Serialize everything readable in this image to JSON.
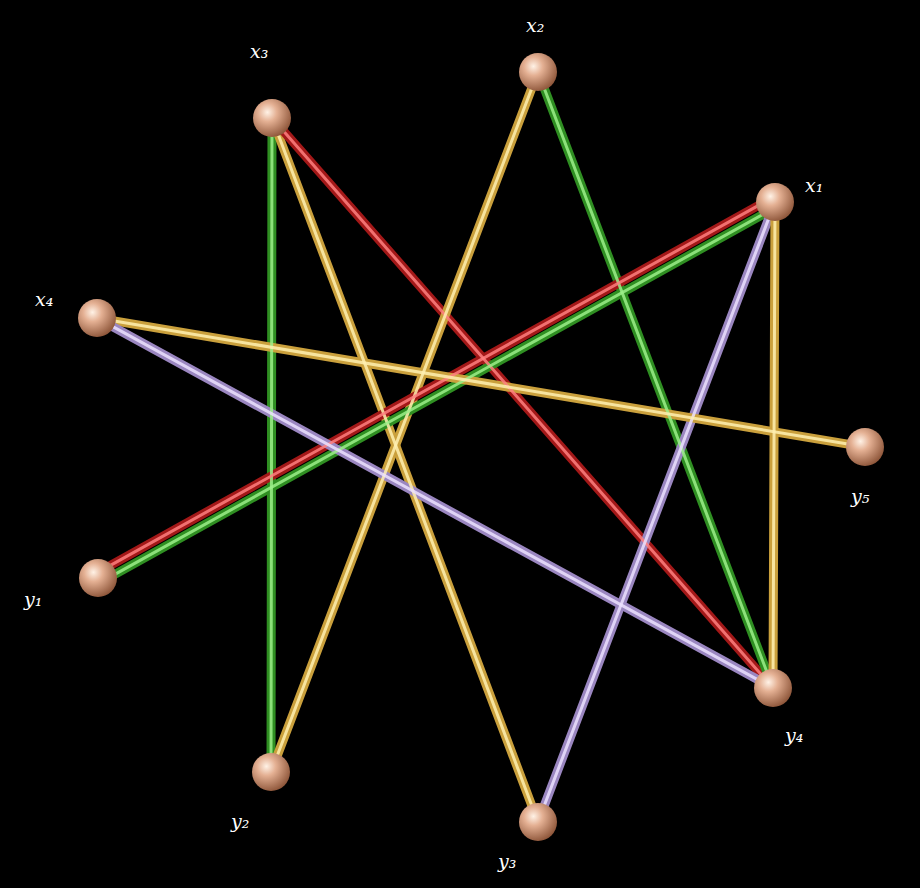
{
  "diagram": {
    "nodes": [
      {
        "text": [
          "x₂"
        ]
      },
      {
        "text": [
          "x₃"
        ]
      },
      {
        "text": [
          "x₁"
        ]
      },
      {
        "text": [
          "x₄"
        ]
      },
      {
        "text": [
          "y₅"
        ]
      },
      {
        "text": [
          "y₁"
        ]
      },
      {
        "text": [
          "y₄"
        ]
      },
      {
        "text": [
          "y₂"
        ]
      },
      {
        "text": [
          "y₃"
        ]
      }
    ],
    "edges": [
      {
        "from": 1,
        "to": 7,
        "arrow": "none"
      },
      {
        "from": 1,
        "to": 8,
        "arrow": "none"
      },
      {
        "from": 1,
        "to": 6,
        "arrow": "none"
      },
      {
        "from": 0,
        "to": 7,
        "arrow": "none"
      },
      {
        "from": 0,
        "to": 6,
        "arrow": "none"
      },
      {
        "from": 2,
        "to": 5,
        "arrow": "none"
      },
      {
        "from": 2,
        "to": 5,
        "arrow": "none"
      },
      {
        "from": 2,
        "to": 8,
        "arrow": "none"
      },
      {
        "from": 2,
        "to": 6,
        "arrow": "none"
      },
      {
        "from": 3,
        "to": 4,
        "arrow": "none"
      },
      {
        "from": 3,
        "to": 6,
        "arrow": "none"
      }
    ]
  }
}
